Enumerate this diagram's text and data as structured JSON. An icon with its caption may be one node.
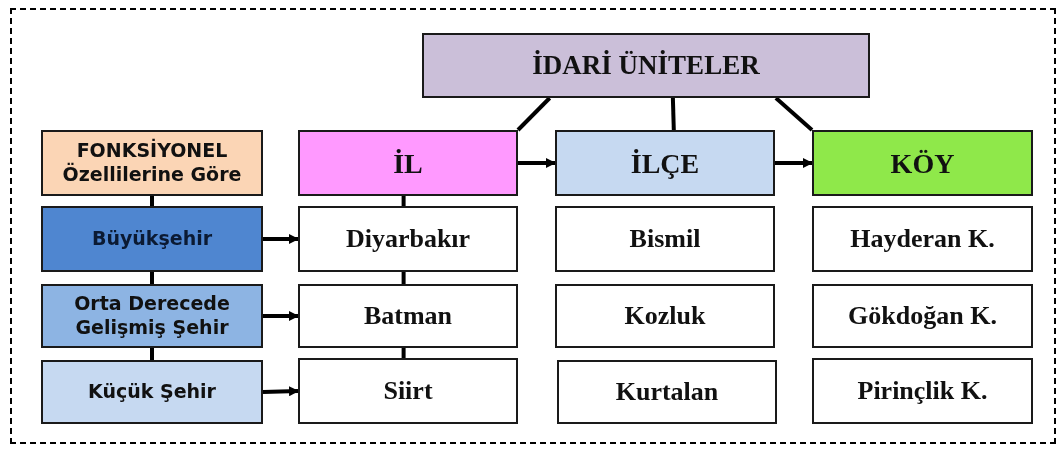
{
  "diagram": {
    "nodes": [
      {
        "text": [
          "İDARİ ÜNİTELER"
        ]
      },
      {
        "text": [
          "FONKSİYONEL Özellilerine Göre"
        ]
      },
      {
        "text": [
          "İL"
        ]
      },
      {
        "text": [
          "İLÇE"
        ]
      },
      {
        "text": [
          "KÖY"
        ]
      },
      {
        "text": [
          "Büyükşehir"
        ]
      },
      {
        "text": [
          "Diyarbakır"
        ]
      },
      {
        "text": [
          "Bismil"
        ]
      },
      {
        "text": [
          "Hayderan K."
        ]
      },
      {
        "text": [
          "Orta Derecede Gelişmiş Şehir"
        ]
      },
      {
        "text": [
          "Batman"
        ]
      },
      {
        "text": [
          "Kozluk"
        ]
      },
      {
        "text": [
          "Gökdoğan K."
        ]
      },
      {
        "text": [
          "Küçük Şehir"
        ]
      },
      {
        "text": [
          "Siirt"
        ]
      },
      {
        "text": [
          "Kurtalan"
        ]
      },
      {
        "text": [
          "Pirinçlik K."
        ]
      }
    ],
    "edges": [
      {
        "from": 0,
        "to": 2,
        "arrow": "none"
      },
      {
        "from": 0,
        "to": 3,
        "arrow": "none"
      },
      {
        "from": 0,
        "to": 4,
        "arrow": "none"
      },
      {
        "from": 2,
        "to": 3,
        "arrow": "to"
      },
      {
        "from": 3,
        "to": 4,
        "arrow": "to"
      },
      {
        "from": 1,
        "to": 5,
        "arrow": "none"
      },
      {
        "from": 5,
        "to": 9,
        "arrow": "none"
      },
      {
        "from": 9,
        "to": 13,
        "arrow": "none"
      },
      {
        "from": 2,
        "to": 6,
        "arrow": "none"
      },
      {
        "from": 6,
        "to": 10,
        "arrow": "none"
      },
      {
        "from": 10,
        "to": 14,
        "arrow": "none"
      },
      {
        "from": 5,
        "to": 6,
        "arrow": "to"
      },
      {
        "from": 9,
        "to": 10,
        "arrow": "to"
      },
      {
        "from": 13,
        "to": 14,
        "arrow": "to"
      }
    ]
  }
}
